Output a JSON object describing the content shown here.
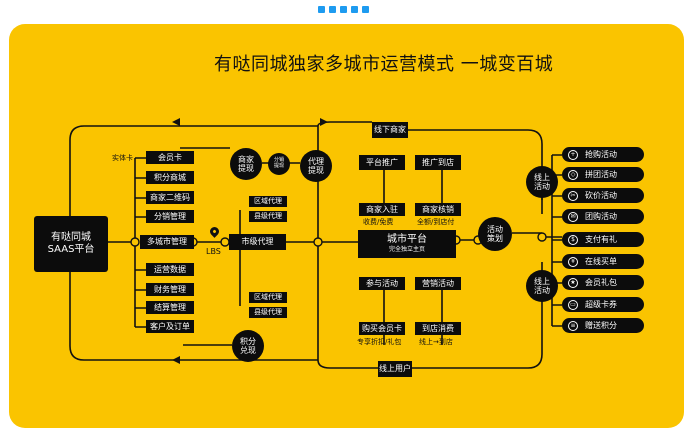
{
  "title": "有哒同城独家多城市运营模式 一城变百城",
  "saas": {
    "line1": "有哒同城",
    "line2": "SAAS平台"
  },
  "left_top_label": "实体卡",
  "left_items_top": [
    "会员卡",
    "积分商城",
    "商家二维码",
    "分销管理"
  ],
  "multi_city": "多城市管理",
  "lbs": "LBS",
  "left_items_bottom": [
    "运营数据",
    "财务管理",
    "结算管理",
    "客户及订单"
  ],
  "proxy_top": [
    "区域代理",
    "县级代理"
  ],
  "proxy_bottom": [
    "区域代理",
    "县级代理"
  ],
  "city_agent": "市级代理",
  "merchant_withdraw": {
    "line1": "商家",
    "line2": "提现"
  },
  "split_withdraw": {
    "line1": "分销",
    "line2": "提现"
  },
  "agent_withdraw": {
    "line1": "代理",
    "line2": "提现"
  },
  "points_exchange": {
    "line1": "积分",
    "line2": "兑现"
  },
  "offline_merchant": "线下商家",
  "online_user": "线上用户",
  "platform_promo": "平台推广",
  "promo_store": "推广到店",
  "merchant_join": "商家入驻",
  "merchant_join_sub": "收费/免费",
  "merchant_verify": "商家核销",
  "merchant_verify_sub": "全额/到店付",
  "city_platform": "城市平台",
  "city_platform_sub": "完全独立主页",
  "join_activity": "参与活动",
  "marketing_activity": "营销活动",
  "buy_card": "购买会员卡",
  "buy_card_sub": "专享折扣/礼包",
  "store_consume": "到店消费",
  "store_consume_sub": "线上→到店",
  "activity_plan": {
    "line1": "活动",
    "line2": "策划"
  },
  "online_activity_top": {
    "line1": "线上",
    "line2": "活动"
  },
  "online_activity_bottom": {
    "line1": "线上",
    "line2": "活动"
  },
  "activities": [
    {
      "icon": "plus-icon",
      "glyph": "+",
      "label": "抢购活动"
    },
    {
      "icon": "tag-icon",
      "glyph": "◇",
      "label": "拼团活动"
    },
    {
      "icon": "scissors-icon",
      "glyph": "✂",
      "label": "砍价活动"
    },
    {
      "icon": "envelope-icon",
      "glyph": "✉",
      "label": "团购活动"
    },
    {
      "icon": "coins-icon",
      "glyph": "$",
      "label": "支付有礼"
    },
    {
      "icon": "yen-icon",
      "glyph": "¥",
      "label": "在线买单"
    },
    {
      "icon": "gift-icon",
      "glyph": "★",
      "label": "会员礼包"
    },
    {
      "icon": "ticket-icon",
      "glyph": "▭",
      "label": "超级卡券"
    },
    {
      "icon": "stack-icon",
      "glyph": "≡",
      "label": "赠送积分"
    }
  ],
  "colors": {
    "background": "#fac400",
    "box": "#0c0c0c",
    "pagination": "#1e9bf0"
  }
}
